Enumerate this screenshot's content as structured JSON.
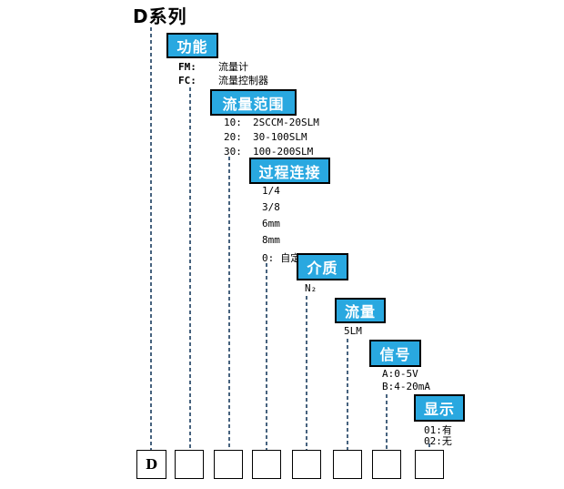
{
  "title": "D系列",
  "colors": {
    "box_fill": "#29A8E0",
    "box_border": "#000000",
    "connector": "#46627E",
    "text": "#000000"
  },
  "groups": [
    {
      "label": "功能",
      "options": [
        {
          "code": "FM:",
          "desc": "流量计"
        },
        {
          "code": "FC:",
          "desc": "流量控制器"
        }
      ]
    },
    {
      "label": "流量范围",
      "options": [
        {
          "code": "10:",
          "desc": "2SCCM-20SLM"
        },
        {
          "code": "20:",
          "desc": "30-100SLM"
        },
        {
          "code": "30:",
          "desc": "100-200SLM"
        }
      ]
    },
    {
      "label": "过程连接",
      "options": [
        {
          "code": "",
          "desc": "1/4"
        },
        {
          "code": "",
          "desc": "3/8"
        },
        {
          "code": "",
          "desc": "6mm"
        },
        {
          "code": "",
          "desc": "8mm"
        },
        {
          "code": "0:",
          "desc": "自定义"
        }
      ]
    },
    {
      "label": "介质",
      "options": [
        {
          "code": "",
          "desc": "N₂"
        }
      ]
    },
    {
      "label": "流量",
      "options": [
        {
          "code": "",
          "desc": "5LM"
        }
      ]
    },
    {
      "label": "信号",
      "options": [
        {
          "code": "",
          "desc": "A:0-5V"
        },
        {
          "code": "",
          "desc": "B:4-20mA"
        }
      ]
    },
    {
      "label": "显示",
      "options": [
        {
          "code": "",
          "desc": "01:有"
        },
        {
          "code": "",
          "desc": "02:无"
        }
      ]
    }
  ],
  "code_boxes": [
    "D",
    "",
    "",
    "",
    "",
    "",
    "",
    ""
  ]
}
